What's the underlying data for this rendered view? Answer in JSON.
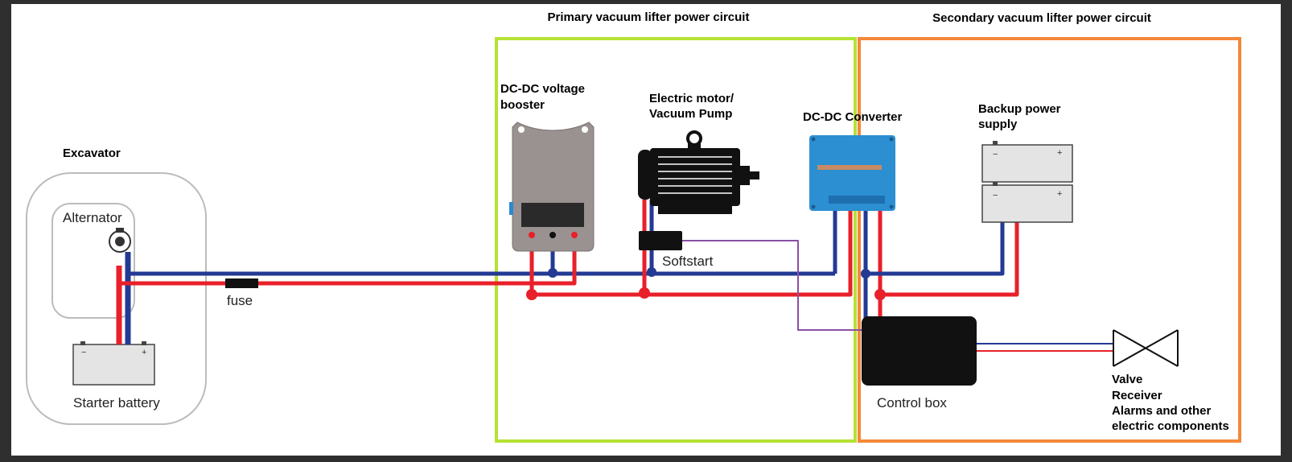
{
  "colors": {
    "positive": "#e8202a",
    "negative": "#233a94",
    "signal": "#8a4fa3",
    "primary_border": "#b5e234",
    "secondary_border": "#f4883a",
    "frame": "#2f2f2f",
    "background": "#ffffff"
  },
  "regions": {
    "primary_title": "Primary vacuum lifter power circuit",
    "secondary_title": "Secondary vacuum lifter power circuit"
  },
  "excavator": {
    "title": "Excavator",
    "alternator": "Alternator",
    "battery": "Starter battery",
    "fuse": "fuse"
  },
  "components": {
    "booster_line1": "DC-DC voltage",
    "booster_line2": "booster",
    "motor_line1": "Electric motor/",
    "motor_line2": "Vacuum Pump",
    "softstart": "Softstart",
    "converter": "DC-DC Converter",
    "backup_line1": "Backup power",
    "backup_line2": "supply",
    "control_box": "Control box",
    "loads_line1": "Valve",
    "loads_line2": "Receiver",
    "loads_line3": "Alarms and other",
    "loads_line4": "electric components"
  },
  "icons": {
    "alternator": "alternator-icon",
    "battery": "battery-icon",
    "motor": "motor-icon",
    "valve": "valve-icon"
  }
}
